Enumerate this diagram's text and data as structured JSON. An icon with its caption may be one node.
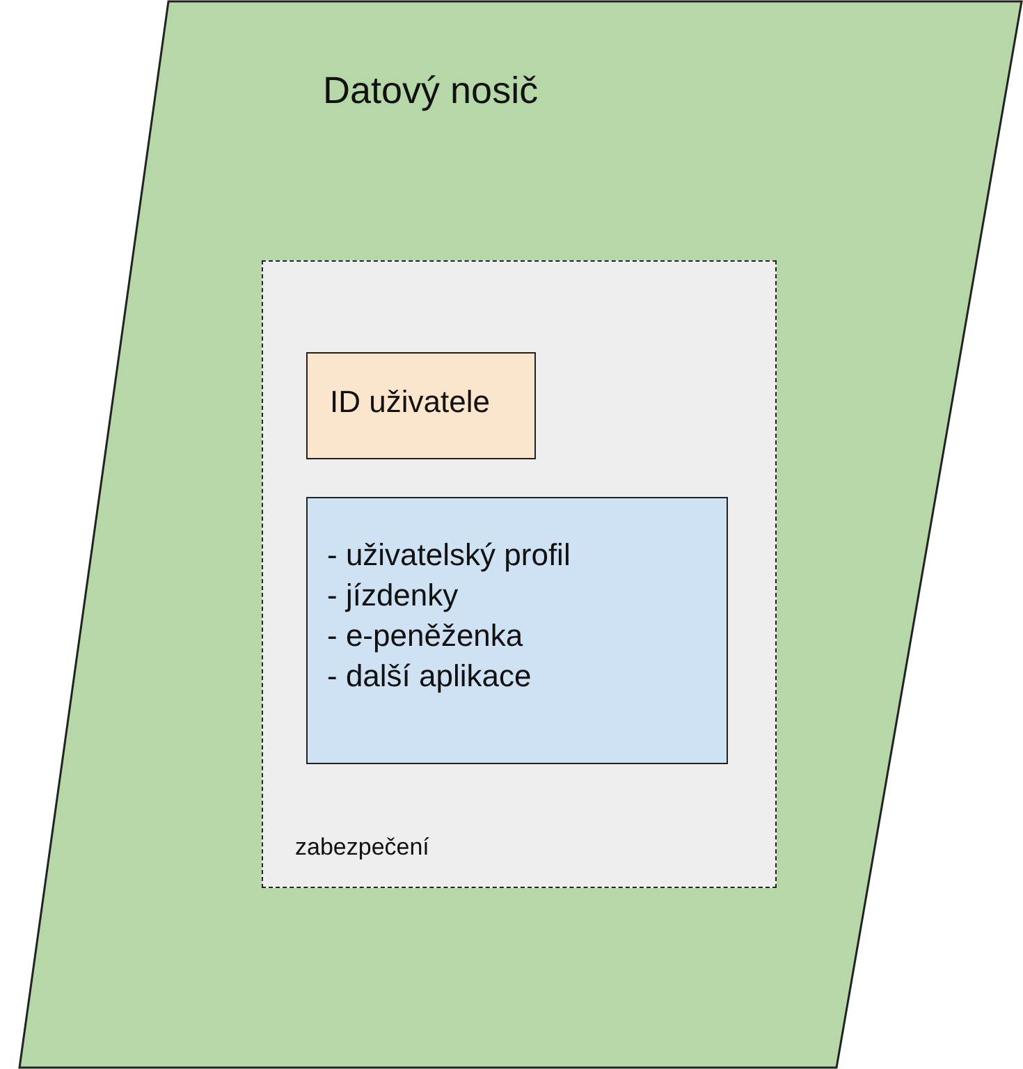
{
  "diagram": {
    "nodes": [
      {
        "text": [
          "Datový nosič"
        ]
      },
      {
        "text": [
          "zabezpečení"
        ],
        "in": 0
      },
      {
        "text": [
          "ID uživatele"
        ],
        "in": 1
      },
      {
        "text": [
          "- uživatelský profil",
          "- jízdenky",
          "- e-peněženka",
          "- další aplikace"
        ],
        "in": 1
      }
    ]
  }
}
